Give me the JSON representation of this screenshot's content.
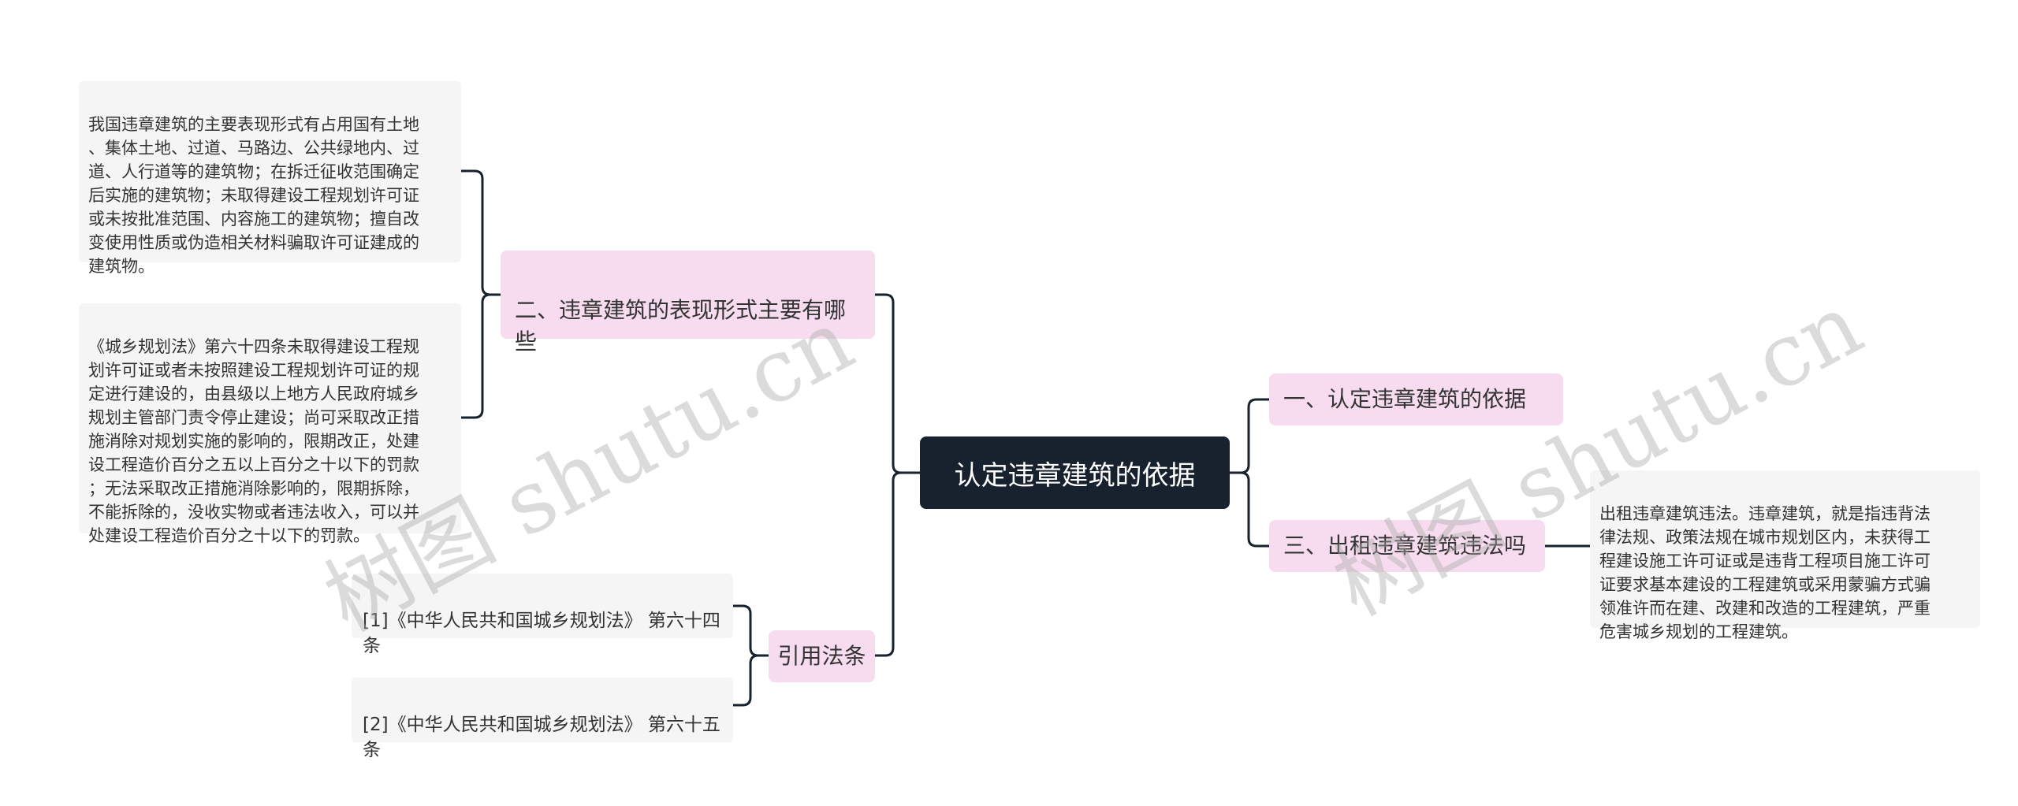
{
  "root": {
    "label": "认定违章建筑的依据"
  },
  "branches": {
    "forms": {
      "label": "二、违章建筑的表现形式主要有哪\n些"
    },
    "refs": {
      "label": "引用法条"
    },
    "basis": {
      "label": "一、认定违章建筑的依据"
    },
    "rental": {
      "label": "三、出租违章建筑违法吗"
    }
  },
  "leaves": {
    "forms_1": "我国违章建筑的主要表现形式有占用国有土地\n、集体土地、过道、马路边、公共绿地内、过\n道、人行道等的建筑物；在拆迁征收范围确定\n后实施的建筑物；未取得建设工程规划许可证\n或未按批准范围、内容施工的建筑物；擅自改\n变使用性质或伪造相关材料骗取许可证建成的\n建筑物。",
    "forms_2": "《城乡规划法》第六十四条未取得建设工程规\n划许可证或者未按照建设工程规划许可证的规\n定进行建设的，由县级以上地方人民政府城乡\n规划主管部门责令停止建设；尚可采取改正措\n施消除对规划实施的影响的，限期改正，处建\n设工程造价百分之五以上百分之十以下的罚款\n；无法采取改正措施消除影响的，限期拆除，\n不能拆除的，没收实物或者违法收入，可以并\n处建设工程造价百分之十以下的罚款。",
    "ref_1": "[1]《中华人民共和国城乡规划法》 第六十四\n条",
    "ref_2": "[2]《中华人民共和国城乡规划法》 第六十五\n条",
    "rental_1": "出租违章建筑违法。违章建筑，就是指违背法\n律法规、政策法规在城市规划区内，未获得工\n程建设施工许可证或是违背工程项目施工许可\n证要求基本建设的工程建筑或采用蒙骗方式骗\n领准许而在建、改建和改造的工程建筑，严重\n危害城乡规划的工程建筑。"
  },
  "watermarks": [
    "树图 shutu.cn",
    "树图 shutu.cn"
  ],
  "colors": {
    "root_bg": "#17222e",
    "branch_bg": "#f6dcee",
    "leaf_bg": "#f5f5f5",
    "line": "#17222e"
  }
}
